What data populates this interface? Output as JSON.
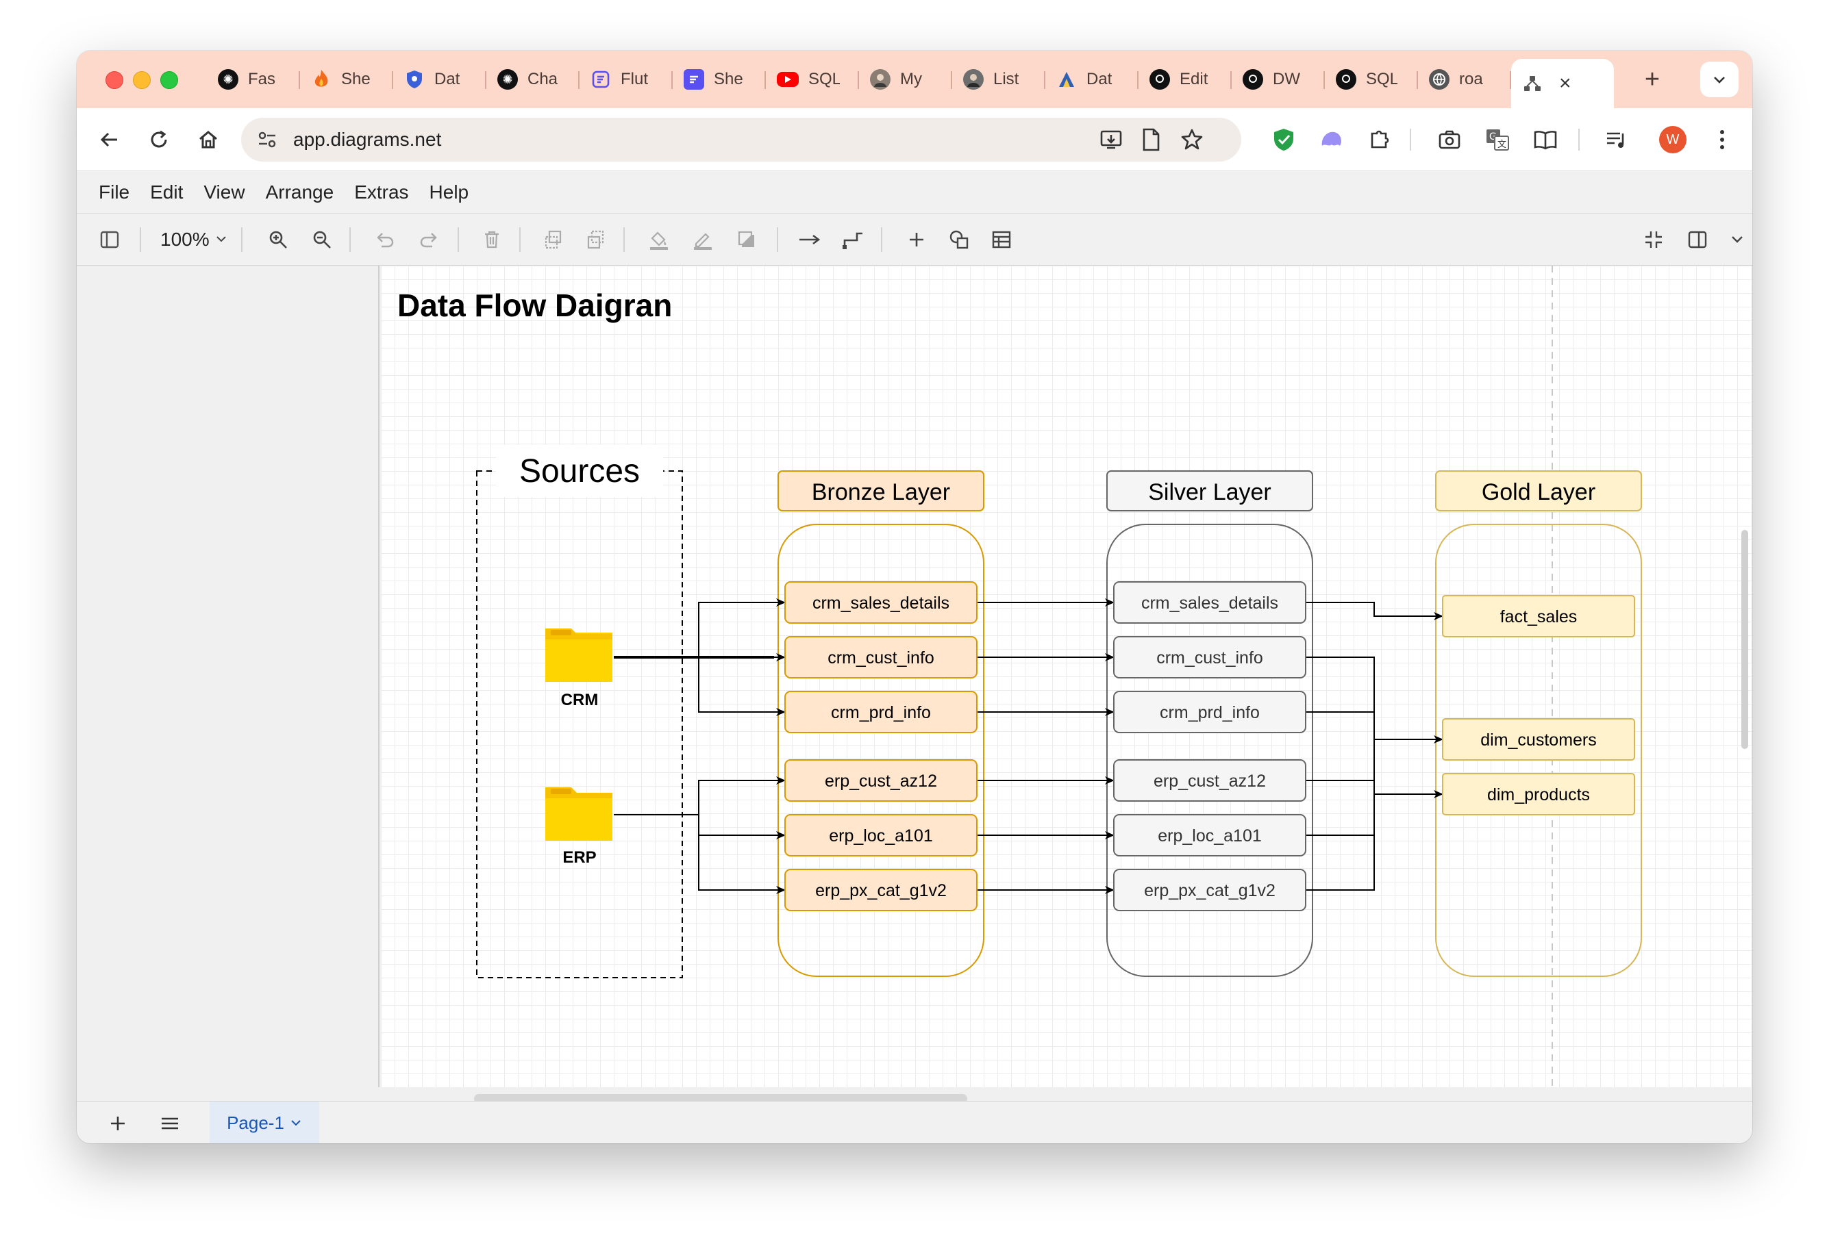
{
  "browser": {
    "tabs": [
      {
        "label": "Fas",
        "icon": "openai-icon"
      },
      {
        "label": "She",
        "icon": "flame-icon"
      },
      {
        "label": "Dat",
        "icon": "shield-icon"
      },
      {
        "label": "Cha",
        "icon": "openai-icon"
      },
      {
        "label": "Flut",
        "icon": "figma-icon"
      },
      {
        "label": "She",
        "icon": "figma-icon"
      },
      {
        "label": "SQL",
        "icon": "youtube-icon"
      },
      {
        "label": "My",
        "icon": "avatar-icon"
      },
      {
        "label": "List",
        "icon": "avatar-icon"
      },
      {
        "label": "Dat",
        "icon": "python-icon"
      },
      {
        "label": "Edit",
        "icon": "github-icon"
      },
      {
        "label": "DW",
        "icon": "github-icon"
      },
      {
        "label": "SQL",
        "icon": "github-icon"
      },
      {
        "label": "roa",
        "icon": "globe-icon"
      }
    ],
    "active_tab_close": "×",
    "new_tab": "+",
    "url": "app.diagrams.net",
    "avatar_letter": "W"
  },
  "menu": {
    "items": [
      "File",
      "Edit",
      "View",
      "Arrange",
      "Extras",
      "Help"
    ]
  },
  "toolbar": {
    "zoom": "100%"
  },
  "diagram": {
    "title": "Data Flow Daigran",
    "sources": {
      "title": "Sources",
      "folders": [
        "CRM",
        "ERP"
      ]
    },
    "layers": [
      {
        "title": "Bronze Layer",
        "fill": "#ffe6cc",
        "stroke": "#d79b00",
        "tables": [
          "crm_sales_details",
          "crm_cust_info",
          "crm_prd_info",
          "erp_cust_az12",
          "erp_loc_a101",
          "erp_px_cat_g1v2"
        ]
      },
      {
        "title": "Silver Layer",
        "fill": "#f5f5f5",
        "stroke": "#666666",
        "tables": [
          "crm_sales_details",
          "crm_cust_info",
          "crm_prd_info",
          "erp_cust_az12",
          "erp_loc_a101",
          "erp_px_cat_g1v2"
        ]
      },
      {
        "title": "Gold Layer",
        "fill": "#fff2cc",
        "stroke": "#d6b656",
        "tables": [
          "fact_sales",
          "dim_customers",
          "dim_products"
        ]
      }
    ]
  },
  "pages": {
    "current": "Page-1"
  }
}
